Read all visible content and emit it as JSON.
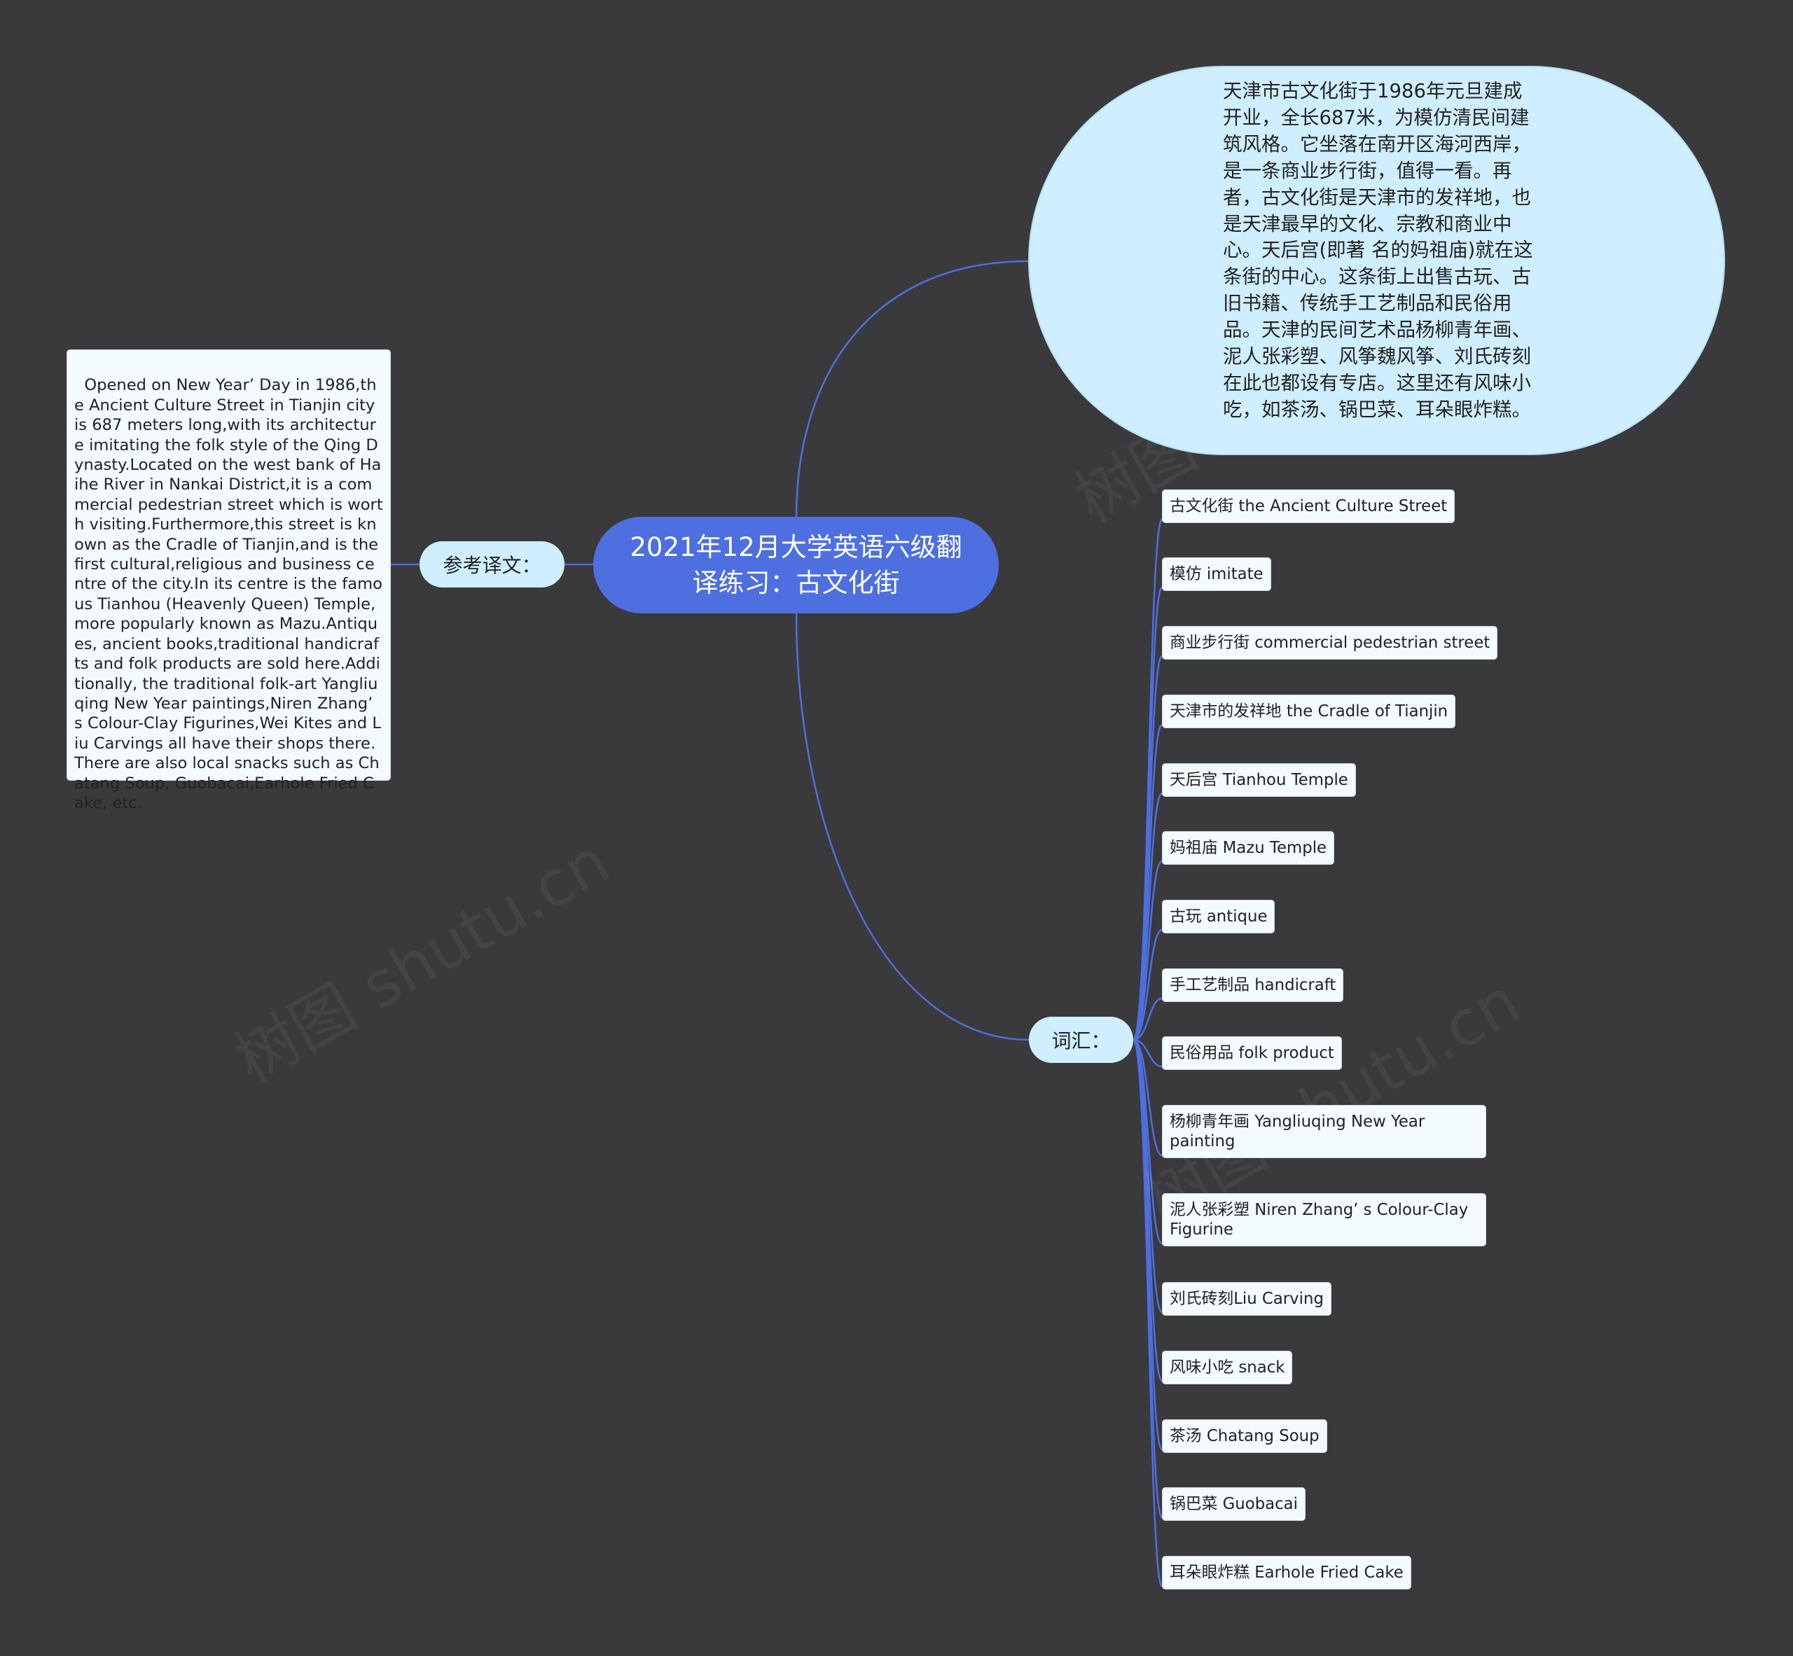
{
  "root": {
    "title": "2021年12月大学英语六级翻译练习：古文化街"
  },
  "chinese_text": "天津市古文化街于1986年元旦建成开业，全长687米，为模仿清民间建筑风格。它坐落在南开区海河西岸，是一条商业步行街，值得一看。再者，古文化街是天津市的发祥地，也是天津最早的文化、宗教和商业中心。天后宫(即著 名的妈祖庙)就在这条街的中心。这条街上出售古玩、古旧书籍、传统手工艺制品和民俗用品。天津的民间艺术品杨柳青年画、泥人张彩塑、风筝魏风筝、刘氏砖刻在此也都设有专店。这里还有风味小吃，如茶汤、锅巴菜、耳朵眼炸糕。",
  "reference": {
    "label": "参考译文：",
    "text": "Opened on New Year’ Day in 1986,the Ancient Culture Street in Tianjin city is 687 meters long,with its architecture imitating the folk style of the Qing Dynasty.Located on the west bank of Haihe River in Nankai District,it is a commercial pedestrian street which is worth visiting.Furthermore,this street is known as the Cradle of Tianjin,and is the first cultural,religious and business centre of the city.In its centre is the famous Tianhou (Heavenly Queen) Temple,more popularly known as Mazu.Antiques, ancient books,traditional handicrafts and folk products are sold here.Additionally, the traditional folk-art Yangliuqing New Year paintings,Niren Zhang’ s Colour-Clay Figurines,Wei Kites and Liu Carvings all have their shops there.There are also local snacks such as Chatang Soup, Guobacai,Earhole Fried Cake, etc."
  },
  "vocabulary": {
    "label": "词汇：",
    "items": [
      "古文化街 the Ancient Culture Street",
      "模仿 imitate",
      "商业步行街 commercial pedestrian street",
      "天津市的发祥地 the Cradle of Tianjin",
      "天后宫 Tianhou Temple",
      "妈祖庙 Mazu Temple",
      "古玩 antique",
      "手工艺制品 handicraft",
      "民俗用品 folk product",
      "杨柳青年画 Yangliuqing New Year painting",
      "泥人张彩塑 Niren Zhang’ s Colour-Clay Figurine",
      "刘氏砖刻Liu Carving",
      "风味小吃 snack",
      "茶汤 Chatang Soup",
      "锅巴菜 Guobacai",
      "耳朵眼炸糕 Earhole Fried Cake"
    ]
  },
  "colors": {
    "background": "#3a393c",
    "root": "#4e6fe0",
    "pill": "#cfeeff",
    "line": "#4e6fe0"
  }
}
